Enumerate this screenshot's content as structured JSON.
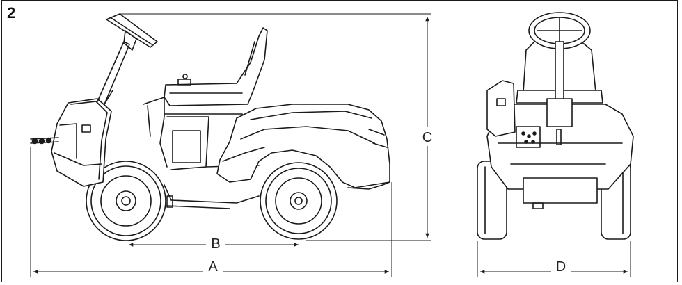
{
  "figure": {
    "number": "2"
  },
  "dimensions": {
    "overall_length": "A",
    "wheelbase": "B",
    "height": "C",
    "width": "D"
  },
  "colors": {
    "line": "#1a1a1a",
    "background": "#ffffff"
  }
}
